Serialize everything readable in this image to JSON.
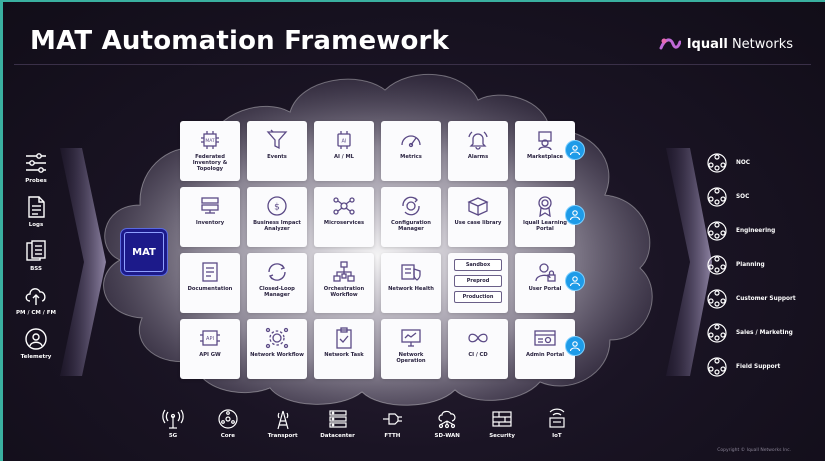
{
  "title": "MAT Automation Framework",
  "brand": {
    "name_bold": "Iquall",
    "name_rest": " Networks",
    "logo_icon": "iquall-logo-icon"
  },
  "mat_chip": {
    "label": "MAT"
  },
  "left_sources": [
    {
      "label": "Probes",
      "icon": "sliders-icon"
    },
    {
      "label": "Logs",
      "icon": "document-icon"
    },
    {
      "label": "BSS",
      "icon": "stacked-documents-icon"
    },
    {
      "label": "PM / CM / FM",
      "icon": "cloud-upload-icon"
    },
    {
      "label": "Telemetry",
      "icon": "telemetry-icon"
    }
  ],
  "tiles": [
    {
      "label": "Federated Inventory & Topology",
      "icon": "chip-icon"
    },
    {
      "label": "Events",
      "icon": "funnel-icon"
    },
    {
      "label": "AI / ML",
      "icon": "ai-chip-icon"
    },
    {
      "label": "Metrics",
      "icon": "gauge-icon"
    },
    {
      "label": "Alarms",
      "icon": "bell-icon"
    },
    {
      "label": "Marketplace",
      "icon": "shop-icon"
    },
    {
      "label": "Inventory",
      "icon": "server-icon"
    },
    {
      "label": "Business Impact Analyzer",
      "icon": "dollar-icon"
    },
    {
      "label": "Microservices",
      "icon": "network-nodes-icon"
    },
    {
      "label": "Configuration Manager",
      "icon": "gear-cycle-icon"
    },
    {
      "label": "Use case library",
      "icon": "box-icon"
    },
    {
      "label": "Iquall Learning Portal",
      "icon": "award-icon"
    },
    {
      "label": "Documentation",
      "icon": "doc-list-icon"
    },
    {
      "label": "Closed-Loop Manager",
      "icon": "loop-icon"
    },
    {
      "label": "Orchestration Workflow",
      "icon": "flowchart-icon"
    },
    {
      "label": "Network Health",
      "icon": "network-shield-icon"
    },
    {
      "label": "",
      "icon": "",
      "pills": [
        "Sandbox",
        "Preprod",
        "Production"
      ]
    },
    {
      "label": "User Portal",
      "icon": "user-lock-icon"
    },
    {
      "label": "API GW",
      "icon": "api-gateway-icon"
    },
    {
      "label": "Network Workflow",
      "icon": "gear-network-icon"
    },
    {
      "label": "Network Task",
      "icon": "clipboard-icon"
    },
    {
      "label": "Network Operation",
      "icon": "monitor-icon"
    },
    {
      "label": "CI / CD",
      "icon": "infinity-icon"
    },
    {
      "label": "Admin Portal",
      "icon": "admin-window-icon"
    }
  ],
  "right_targets": [
    {
      "label": "NOC",
      "icon": "globe-people-icon"
    },
    {
      "label": "SOC",
      "icon": "globe-people-icon"
    },
    {
      "label": "Engineering",
      "icon": "globe-people-icon"
    },
    {
      "label": "Planning",
      "icon": "globe-people-icon"
    },
    {
      "label": "Customer Support",
      "icon": "globe-people-icon"
    },
    {
      "label": "Sales / Marketing",
      "icon": "globe-people-icon"
    },
    {
      "label": "Field Support",
      "icon": "globe-people-icon"
    }
  ],
  "domains": [
    {
      "label": "5G",
      "icon": "antenna-icon"
    },
    {
      "label": "Core",
      "icon": "core-icon"
    },
    {
      "label": "Transport",
      "icon": "tower-icon"
    },
    {
      "label": "Datacenter",
      "icon": "datacenter-icon"
    },
    {
      "label": "FTTH",
      "icon": "fiber-plug-icon"
    },
    {
      "label": "SD-WAN",
      "icon": "sdwan-cloud-icon"
    },
    {
      "label": "Security",
      "icon": "firewall-icon"
    },
    {
      "label": "IoT",
      "icon": "iot-icon"
    }
  ],
  "copyright": "Copyright © Iquall Networks Inc.",
  "colors": {
    "accent_blue": "#1e9be8",
    "chip_blue": "#1c1a8a",
    "frame_teal": "#3ab0a0",
    "icon_purple": "#5b4a86"
  }
}
